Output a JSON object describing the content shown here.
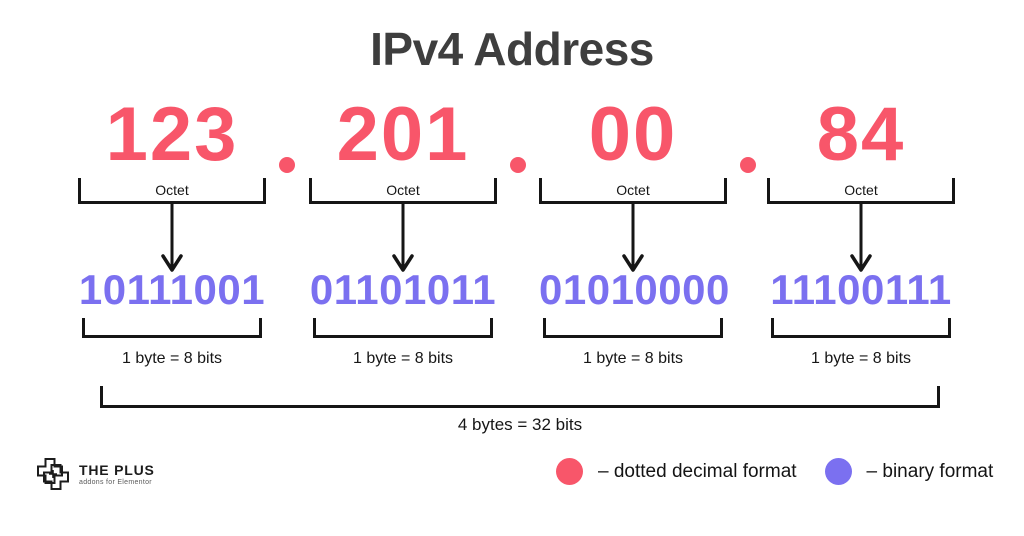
{
  "title": "IPv4 Address",
  "separator": ".",
  "octets": [
    {
      "decimal": "123",
      "bracket_label": "Octet",
      "binary": "10111001",
      "byte_label": "1 byte = 8 bits"
    },
    {
      "decimal": "201",
      "bracket_label": "Octet",
      "binary": "01101011",
      "byte_label": "1 byte = 8 bits"
    },
    {
      "decimal": "00",
      "bracket_label": "Octet",
      "binary": "01010000",
      "byte_label": "1 byte = 8 bits"
    },
    {
      "decimal": "84",
      "bracket_label": "Octet",
      "binary": "11100111",
      "byte_label": "1 byte = 8 bits"
    }
  ],
  "total_label": "4 bytes = 32 bits",
  "legend": [
    {
      "label": "–  dotted decimal format",
      "color": "#f8566a"
    },
    {
      "label": "–  binary format",
      "color": "#7b70f0"
    }
  ],
  "logo": {
    "name": "THE PLUS",
    "tagline": "addons for Elementor"
  },
  "colors": {
    "decimal_format": "#f8566a",
    "binary_format": "#7b70f0",
    "title_text": "#3e3e3e",
    "line": "#161616",
    "background": "#ffffff"
  }
}
